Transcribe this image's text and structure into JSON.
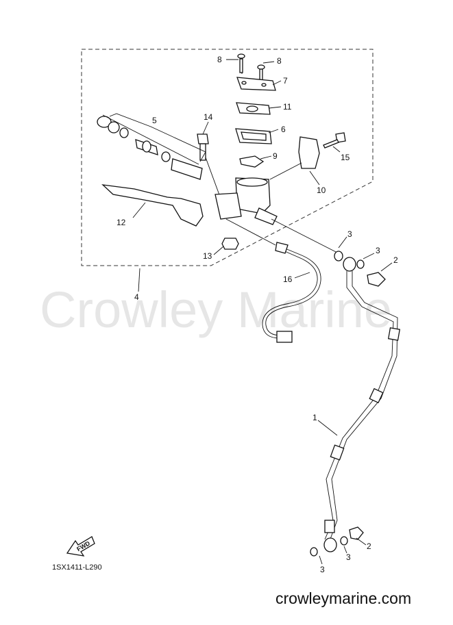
{
  "watermark": "Crowley Marine",
  "website": "crowleymarine.com",
  "diagram_code": "1SX1411-L290",
  "fwd_label": "FWD",
  "callouts": [
    {
      "id": "c8a",
      "text": "8"
    },
    {
      "id": "c8b",
      "text": "8"
    },
    {
      "id": "c7",
      "text": "7"
    },
    {
      "id": "c11",
      "text": "11"
    },
    {
      "id": "c6",
      "text": "6"
    },
    {
      "id": "c9",
      "text": "9"
    },
    {
      "id": "c14",
      "text": "14"
    },
    {
      "id": "c5",
      "text": "5"
    },
    {
      "id": "c15",
      "text": "15"
    },
    {
      "id": "c10",
      "text": "10"
    },
    {
      "id": "c12",
      "text": "12"
    },
    {
      "id": "c3a",
      "text": "3"
    },
    {
      "id": "c3b",
      "text": "3"
    },
    {
      "id": "c2a",
      "text": "2"
    },
    {
      "id": "c13",
      "text": "13"
    },
    {
      "id": "c16",
      "text": "16"
    },
    {
      "id": "c4",
      "text": "4"
    },
    {
      "id": "c1",
      "text": "1"
    },
    {
      "id": "c2b",
      "text": "2"
    },
    {
      "id": "c3c",
      "text": "3"
    },
    {
      "id": "c3d",
      "text": "3"
    }
  ]
}
